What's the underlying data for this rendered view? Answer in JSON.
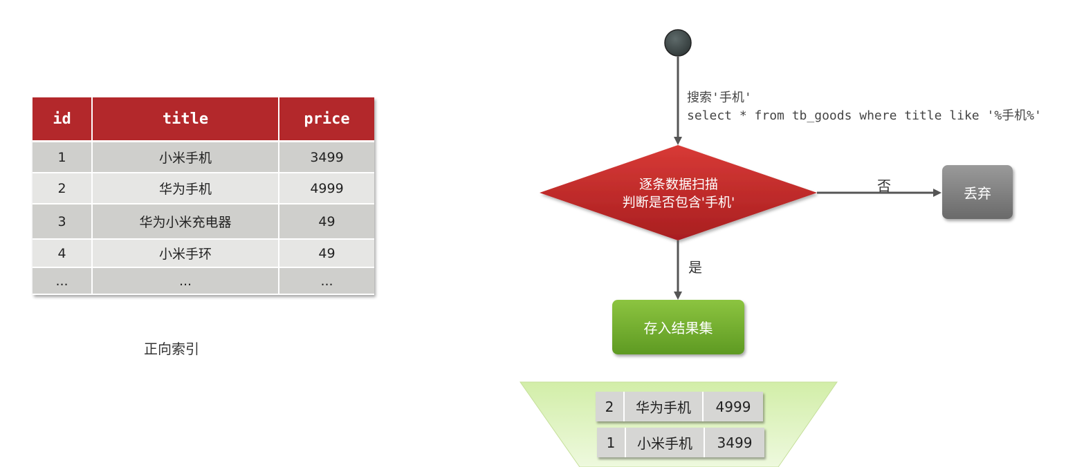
{
  "forward_index": {
    "headers": [
      "id",
      "title",
      "price"
    ],
    "rows": [
      [
        "1",
        "小米手机",
        "3499"
      ],
      [
        "2",
        "华为手机",
        "4999"
      ],
      [
        "3",
        "华为小米充电器",
        "49"
      ],
      [
        "4",
        "小米手环",
        "49"
      ],
      [
        "...",
        "...",
        "..."
      ]
    ],
    "caption": "正向索引"
  },
  "flow": {
    "query_line1": "搜索'手机'",
    "query_line2": "select * from tb_goods where title like '%手机%'",
    "decision_line1": "逐条数据扫描",
    "decision_line2": "判断是否包含'手机'",
    "branch_no": "否",
    "branch_yes": "是",
    "discard": "丢弃",
    "store": "存入结果集",
    "results": [
      [
        "2",
        "华为手机",
        "4999"
      ],
      [
        "1",
        "小米手机",
        "3499"
      ]
    ]
  },
  "colors": {
    "header_red": "#b3282b",
    "diamond_red": "#c62a2a",
    "discard_gray": "#7a7a7a",
    "store_green": "#72ad2e",
    "funnel_green": "#d7f0b2"
  }
}
